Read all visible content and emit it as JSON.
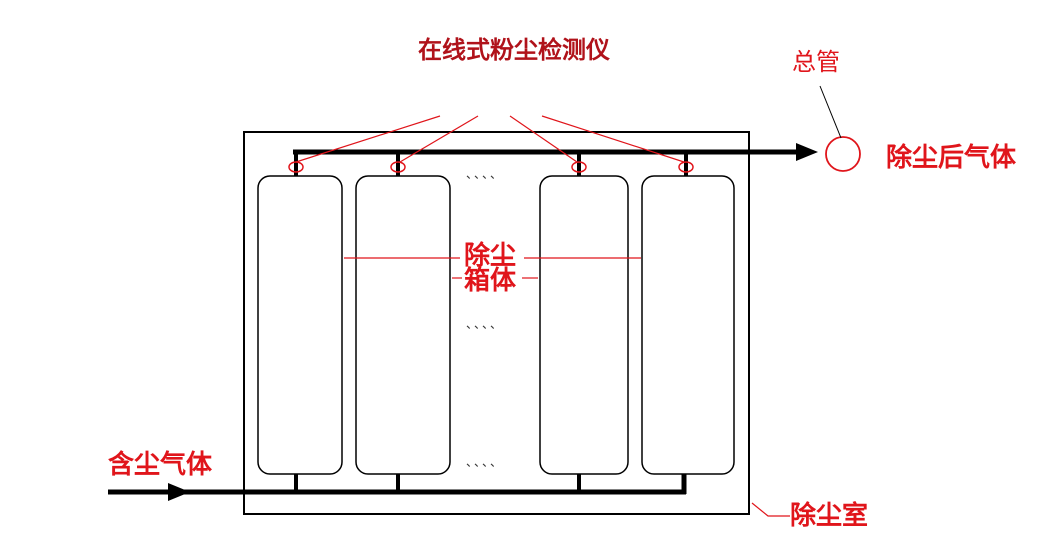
{
  "title": "在线式粉尘检测仪",
  "labels": {
    "main_pipe": "总管",
    "clean_gas": "除尘后气体",
    "dust_box_line1": "除尘",
    "dust_box_line2": "箱体",
    "dusty_gas": "含尘气体",
    "chamber": "除尘室"
  },
  "ellipsis": "、、、、",
  "colors": {
    "label_red": "#e0151b",
    "title_red": "#b0121a",
    "pipe": "#000000",
    "leader_line": "#e0151b"
  }
}
